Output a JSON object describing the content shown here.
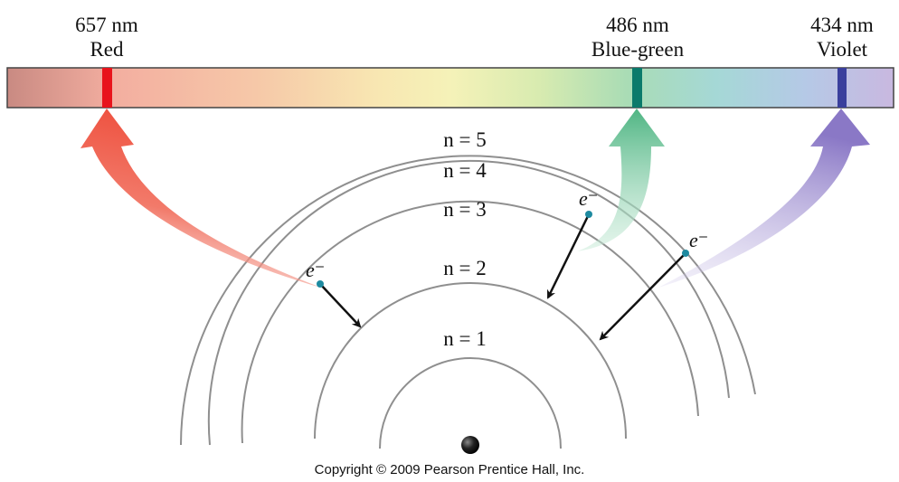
{
  "spectral_lines": [
    {
      "wavelength": "657 nm",
      "color_name": "Red",
      "color": "#e8141c",
      "arrow_color": "#f05a4a"
    },
    {
      "wavelength": "486 nm",
      "color_name": "Blue-green",
      "color": "#0b7a6b",
      "arrow_color": "#5ebf8c"
    },
    {
      "wavelength": "434 nm",
      "color_name": "Violet",
      "color": "#3a3f9c",
      "arrow_color": "#9a8ad0"
    }
  ],
  "levels": [
    "n = 5",
    "n = 4",
    "n = 3",
    "n = 2",
    "n = 1"
  ],
  "electron_label": "e⁻",
  "copyright": "Copyright © 2009 Pearson Prentice Hall, Inc."
}
